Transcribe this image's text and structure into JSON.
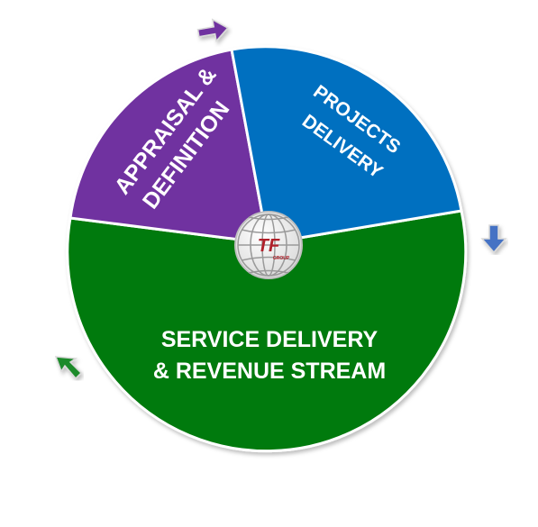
{
  "segments": {
    "appraisal": {
      "line1": "APPRAISAL &",
      "line2": "DEFINITION",
      "color": "#7030a0"
    },
    "projects": {
      "line1": "PROJECTS",
      "line2": "DELIVERY",
      "color": "#0070c0"
    },
    "service": {
      "line1": "SERVICE DELIVERY",
      "line2": "& REVENUE STREAM",
      "color": "#007a0f"
    }
  },
  "logo": {
    "text": "TF",
    "subtext": "GROUP",
    "text_color": "#b0202a"
  },
  "arrows": {
    "top": {
      "icon": "arrow-right-icon",
      "color": "#7030a0"
    },
    "right": {
      "icon": "arrow-down-icon",
      "color": "#4472c4"
    },
    "left": {
      "icon": "arrow-up-left-icon",
      "color": "#1f8a2a"
    }
  }
}
